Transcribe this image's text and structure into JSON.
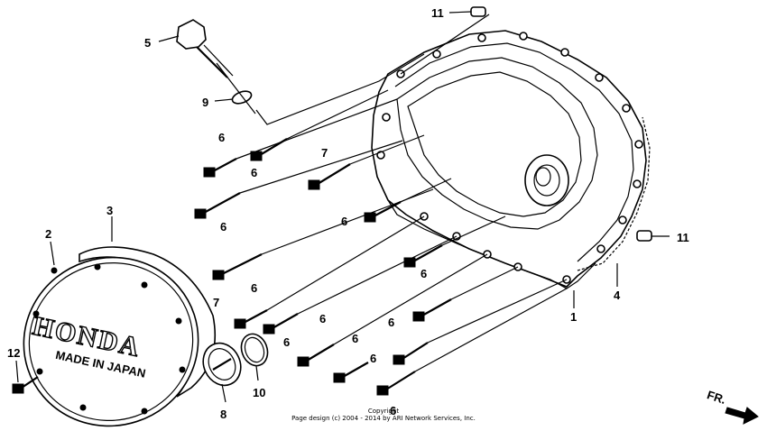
{
  "diagram": {
    "callouts": {
      "c1": "1",
      "c2": "2",
      "c3": "3",
      "c4": "4",
      "c5": "5",
      "c6a": "6",
      "c6b": "6",
      "c6c": "6",
      "c6d": "6",
      "c6e": "6",
      "c6f": "6",
      "c6g": "6",
      "c6h": "6",
      "c6i": "6",
      "c6j": "6",
      "c6k": "6",
      "c6l": "6",
      "c7a": "7",
      "c7b": "7",
      "c8": "8",
      "c9": "9",
      "c10": "10",
      "c11a": "11",
      "c11b": "11",
      "c12": "12"
    },
    "cover_logo": "HONDA",
    "cover_subtext": "MADE IN JAPAN",
    "direction_label": "FR.",
    "copyright_line1": "Copyright",
    "copyright_line2": "Page design (c) 2004 - 2014 by ARI Network Services, Inc."
  }
}
